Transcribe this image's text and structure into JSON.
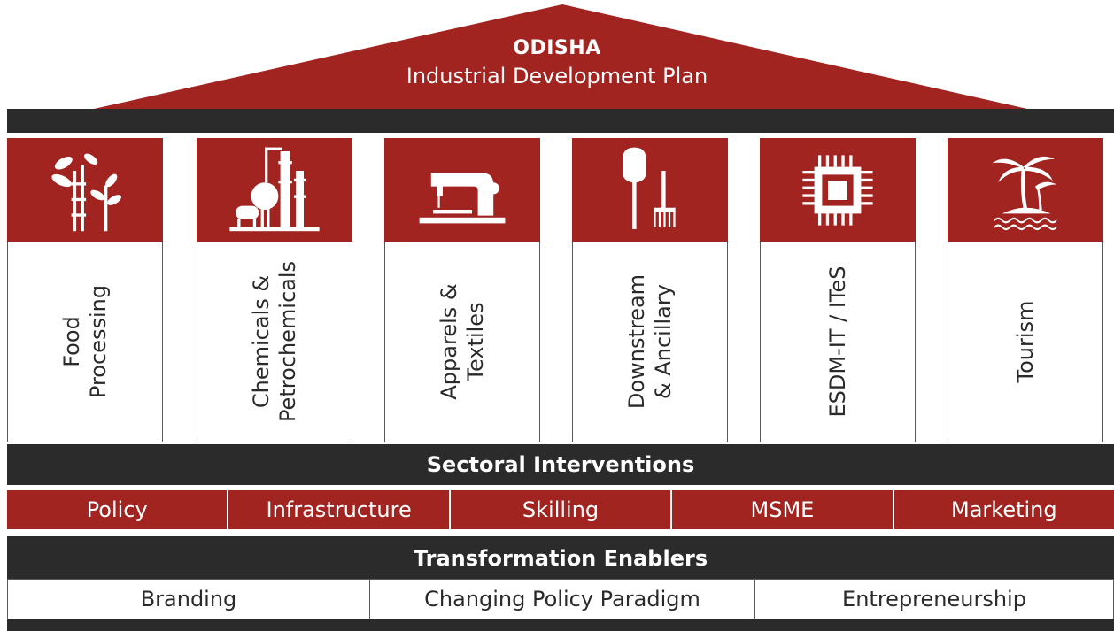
{
  "colors": {
    "accent": "#a12421",
    "dark": "#2b2b2c",
    "white": "#ffffff"
  },
  "header": {
    "title": "ODISHA",
    "subtitle": "Industrial Development Plan"
  },
  "pillars": [
    {
      "label": "Food\nProcessing",
      "icon": "plant-sprout-icon"
    },
    {
      "label": "Chemicals &\nPetrochemicals",
      "icon": "chemical-plant-icon"
    },
    {
      "label": "Apparels &\nTextiles",
      "icon": "sewing-machine-icon"
    },
    {
      "label": "Downstream\n& Ancillary",
      "icon": "shovel-rake-icon"
    },
    {
      "label": "ESDM-IT / ITeS",
      "icon": "microchip-icon"
    },
    {
      "label": "Tourism",
      "icon": "palm-island-icon"
    }
  ],
  "sectoral": {
    "title": "Sectoral Interventions",
    "items": [
      "Policy",
      "Infrastructure",
      "Skilling",
      "MSME",
      "Marketing"
    ]
  },
  "enablers": {
    "title": "Transformation Enablers",
    "items": [
      "Branding",
      "Changing Policy Paradigm",
      "Entrepreneurship"
    ]
  }
}
